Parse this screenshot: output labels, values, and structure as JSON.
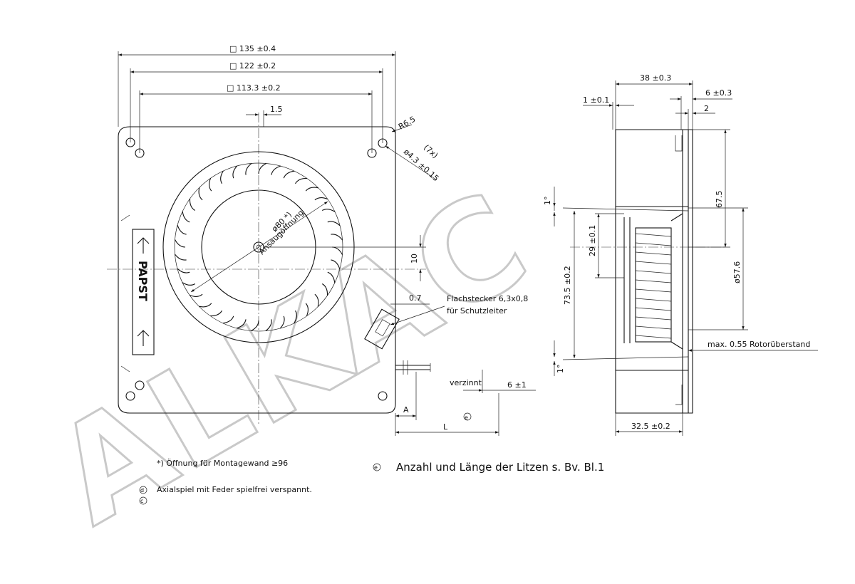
{
  "front_view": {
    "dim_135": "□ 135 ±0.4",
    "dim_122": "□ 122 ±0.2",
    "dim_113": "□ 113.3 ±0.2",
    "dim_1_5": "1.5",
    "dim_r6_5": "R6.5",
    "dim_hole": "ø4.3 ±0.15",
    "dim_hole_count": "(7x)",
    "dim_80": "ø80 *)",
    "label_intake": "Ansaugöffnung",
    "dim_10": "10",
    "dim_0_7": "0.7",
    "tab_label_1": "Flachstecker 6,3x0,8",
    "tab_label_2": "für Schutzleiter",
    "label_tinned": "verzinnt",
    "dim_6": "6 ±1",
    "label_A": "A",
    "label_L": "L",
    "circle_e": "e",
    "logo_text": "PAPST"
  },
  "side_view": {
    "dim_38": "38 ±0.3",
    "dim_1": "1 ±0.1",
    "dim_6": "6 ±0.3",
    "dim_2": "2",
    "dim_67_5": "67.5",
    "dim_57_6": "ø57.6",
    "dim_29": "29 ±0.1",
    "dim_73_5": "73.5 ±0.2",
    "angle_top": "1°",
    "angle_bottom": "1°",
    "label_rotor": "max. 0.55 Rotorüberstand",
    "dim_32_5": "32.5 ±0.2"
  },
  "notes": {
    "star_note": "*) Öffnung für Montagewand ≥96",
    "e_marker": "e",
    "e_note": "Anzahl und Länge der Litzen s. Bv. Bl.1",
    "d_marker": "d",
    "d_note": "Axialspiel mit Feder spielfrei verspannt.",
    "c_marker": "c"
  },
  "watermark": "ALKAC"
}
